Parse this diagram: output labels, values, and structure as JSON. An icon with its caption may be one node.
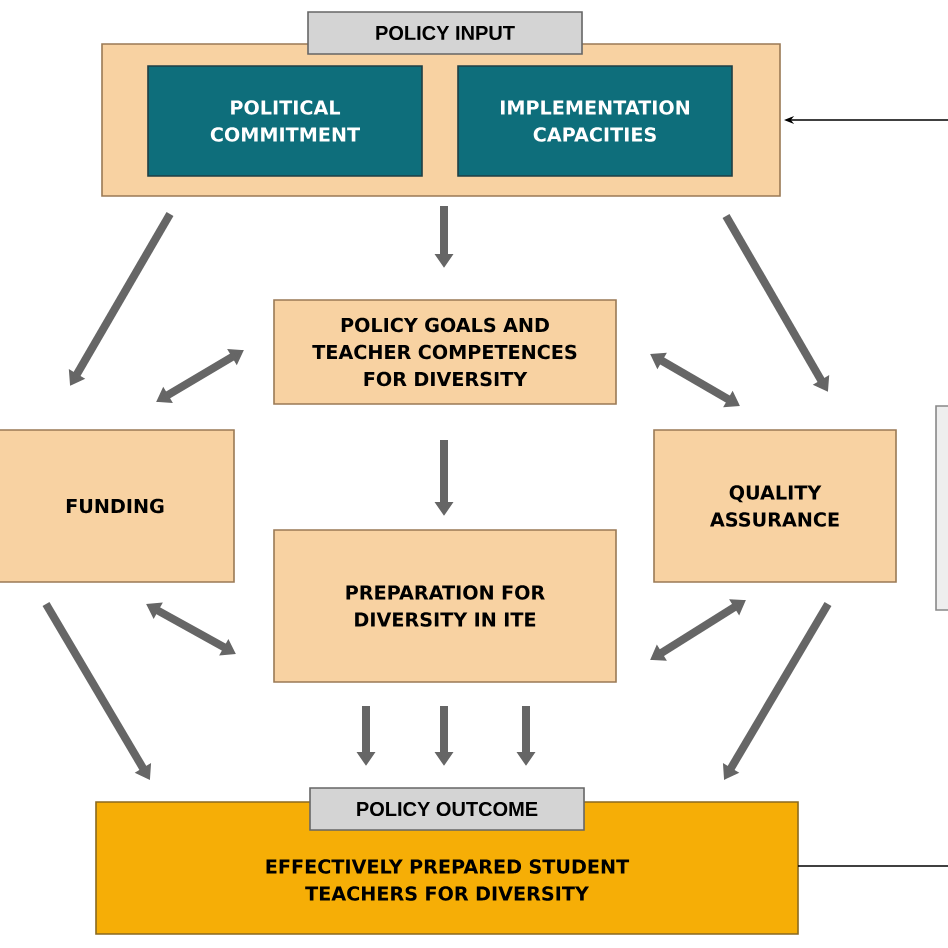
{
  "diagram": {
    "nodes": [
      {
        "text": [
          "POLICY INPUT"
        ]
      },
      {
        "text": [
          "POLITICAL COMMITMENT"
        ],
        "in": 0
      },
      {
        "text": [
          "IMPLEMENTATION CAPACITIES"
        ],
        "in": 0
      },
      {
        "text": [
          "POLICY GOALS AND TEACHER COMPETENCES FOR DIVERSITY"
        ]
      },
      {
        "text": [
          "FUNDING"
        ]
      },
      {
        "text": [
          "QUALITY ASSURANCE"
        ]
      },
      {
        "text": [
          "PREPARATION FOR DIVERSITY IN ITE"
        ]
      },
      {
        "text": [
          "POLICY OUTCOME",
          "EFFECTIVELY PREPARED STUDENT TEACHERS FOR DIVERSITY"
        ]
      },
      {
        "text": [],
        "shape": "box"
      }
    ],
    "edges": [
      {
        "from": null,
        "to": 0,
        "arrow": "to",
        "color": "#000000"
      },
      {
        "from": 0,
        "to": 4,
        "arrow": "to"
      },
      {
        "from": 0,
        "to": 3,
        "arrow": "to"
      },
      {
        "from": 0,
        "to": 5,
        "arrow": "to"
      },
      {
        "from": 3,
        "to": 4,
        "arrow": "both"
      },
      {
        "from": 3,
        "to": 5,
        "arrow": "both"
      },
      {
        "from": 3,
        "to": 6,
        "arrow": "to"
      },
      {
        "from": 4,
        "to": 6,
        "arrow": "both"
      },
      {
        "from": 5,
        "to": 6,
        "arrow": "both"
      },
      {
        "from": 4,
        "to": 7,
        "arrow": "to"
      },
      {
        "from": 5,
        "to": 7,
        "arrow": "to"
      },
      {
        "from": 6,
        "to": 7,
        "arrow": "to"
      },
      {
        "from": 6,
        "to": 7,
        "arrow": "to"
      },
      {
        "from": 6,
        "to": 7,
        "arrow": "to"
      },
      {
        "from": 7,
        "to": null,
        "arrow": "none",
        "color": "#000000"
      }
    ]
  }
}
